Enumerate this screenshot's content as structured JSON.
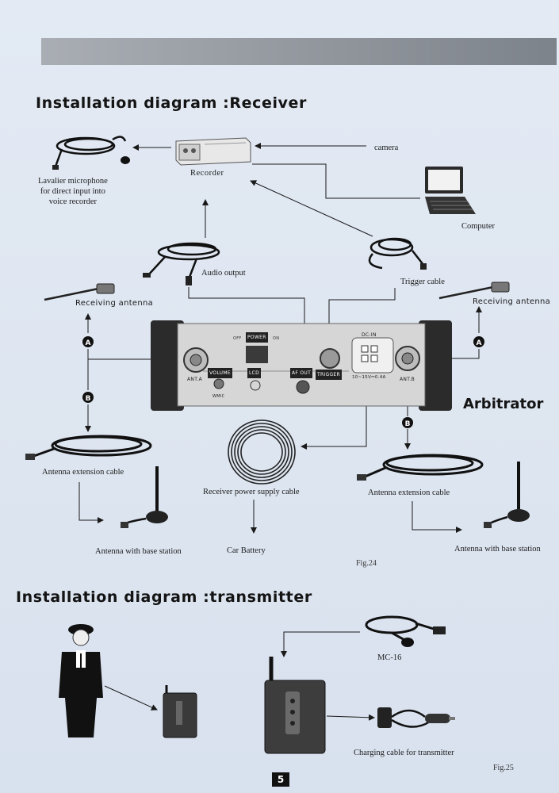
{
  "receiver": {
    "title": "Installation diagram :Receiver",
    "labels": {
      "recorder": "Recorder",
      "camera": "camera",
      "computer": "Computer",
      "lavalier": "Lavalier microphone\nfor direct input into\nvoice recorder",
      "audio_output": "Audio output",
      "trigger_cable": "Trigger cable",
      "receiving_antenna_left": "Receiving antenna",
      "receiving_antenna_right": "Receiving antenna",
      "arbitrator": "Arbitrator",
      "ext_cable_left": "Antenna extension cable",
      "ext_cable_right": "Antenna extension cable",
      "power_cable": "Receiver power supply cable",
      "base_left": "Antenna with base station",
      "base_right": "Antenna with base station",
      "car_battery": "Car Battery",
      "fig": "Fig.24"
    },
    "panel": {
      "off": "OFF",
      "power": "POWER",
      "on": "ON",
      "volume": "VOLUME",
      "wmic": "WMIC",
      "lcd": "LCD",
      "af_out": "AF OUT",
      "trigger": "TRIGGER",
      "dc_in": "DC-IN",
      "dc_spec": "10~15V⎓0.4A",
      "ant_a": "ANT.A",
      "ant_b": "ANT.B"
    },
    "markers": {
      "a": "A",
      "b": "B"
    }
  },
  "transmitter": {
    "title": "Installation diagram :transmitter",
    "labels": {
      "mc16": "MC-16",
      "charging": "Charging cable for transmitter",
      "fig": "Fig.25"
    }
  },
  "page_number": "5",
  "colors": {
    "banner": "#8f949b",
    "page": "#dfe7f2",
    "ink": "#1a1a1a"
  }
}
